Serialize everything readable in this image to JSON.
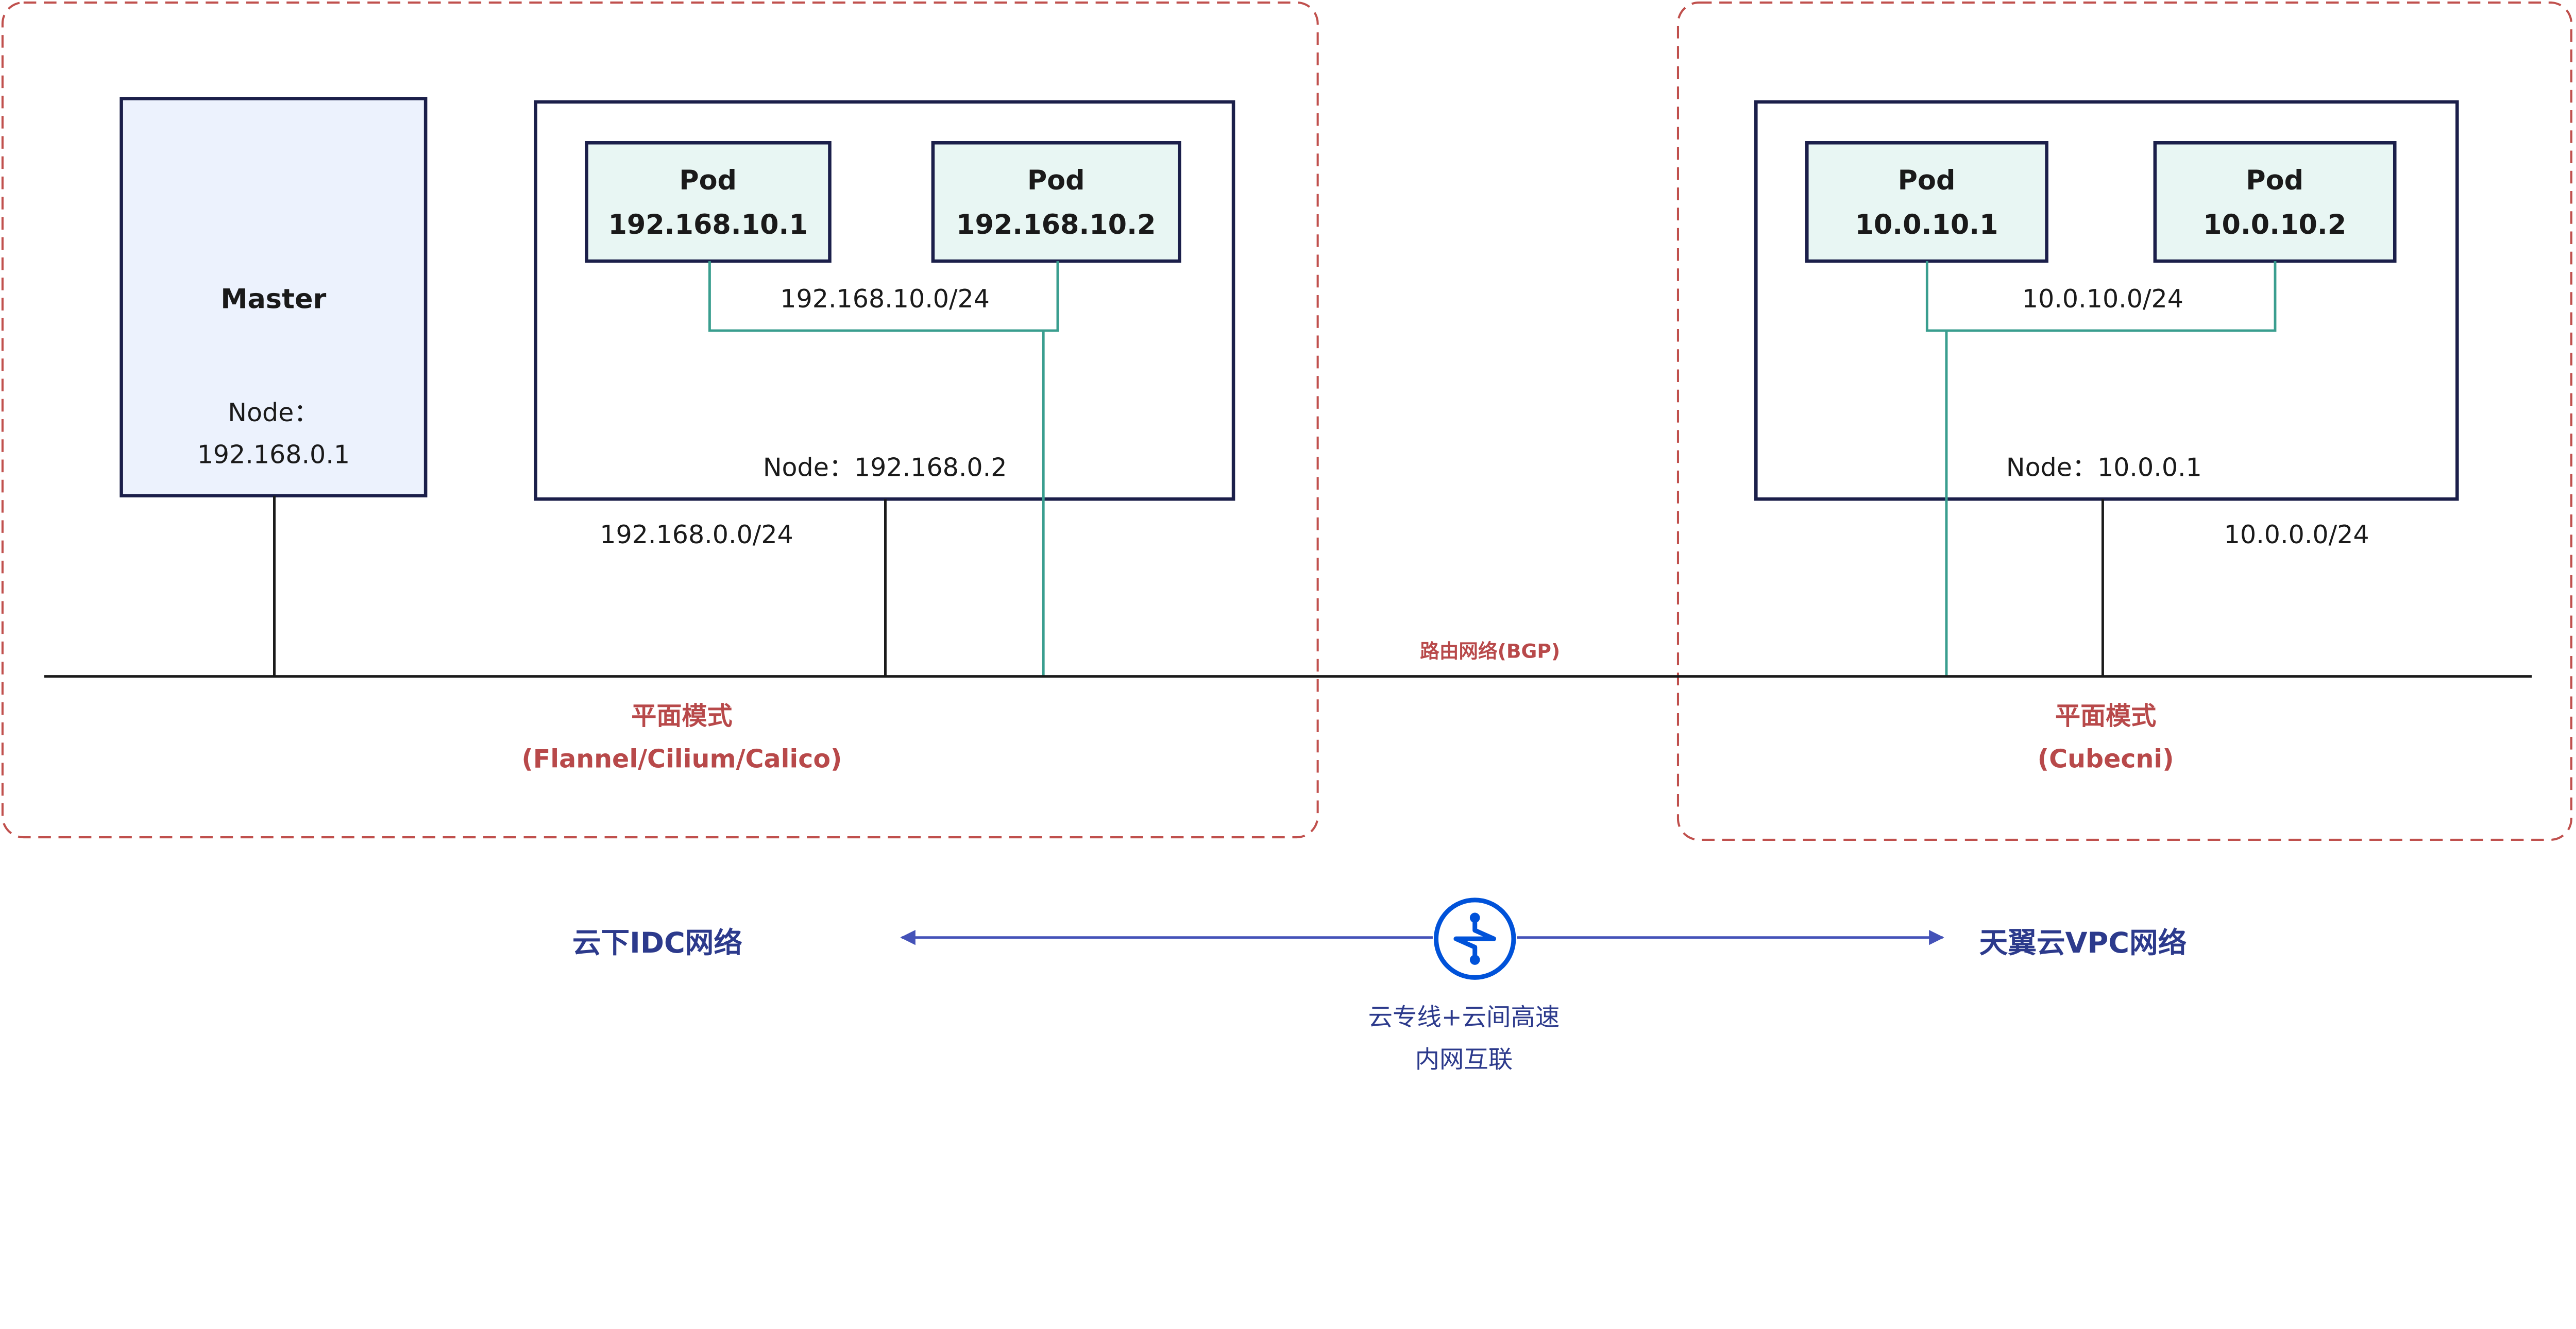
{
  "colors": {
    "region_border": "#c0504d",
    "node_border": "#1b1f4a",
    "master_fill": "#ecf2fd",
    "pod_fill": "#e8f6f3",
    "pod_link": "#3a9e8f",
    "bus_line": "#1a1a1a",
    "mode_text": "#b8494a",
    "network_text": "#2c3a8c",
    "connector_icon": "#0052d9",
    "arrow": "#4452b8"
  },
  "left_region": {
    "master": {
      "title": "Master",
      "node_label": "Node：",
      "node_ip": "192.168.0.1"
    },
    "node": {
      "pods": [
        {
          "title": "Pod",
          "ip": "192.168.10.1"
        },
        {
          "title": "Pod",
          "ip": "192.168.10.2"
        }
      ],
      "pod_subnet": "192.168.10.0/24",
      "node_label": "Node：192.168.0.2"
    },
    "node_subnet": "192.168.0.0/24",
    "mode": "平面模式",
    "mode_detail": "(Flannel/Cilium/Calico)"
  },
  "routing_label": "路由网络(BGP)",
  "right_region": {
    "node": {
      "pods": [
        {
          "title": "Pod",
          "ip": "10.0.10.1"
        },
        {
          "title": "Pod",
          "ip": "10.0.10.2"
        }
      ],
      "pod_subnet": "10.0.10.0/24",
      "node_label": "Node：10.0.0.1"
    },
    "node_subnet": "10.0.0.0/24",
    "mode": "平面模式",
    "mode_detail": "(Cubecni)"
  },
  "bottom": {
    "left_network": "云下IDC网络",
    "right_network": "天翼云VPC网络",
    "connector_icon": "direct-connect-icon",
    "link_line1": "云专线+云间高速",
    "link_line2": "内网互联"
  }
}
